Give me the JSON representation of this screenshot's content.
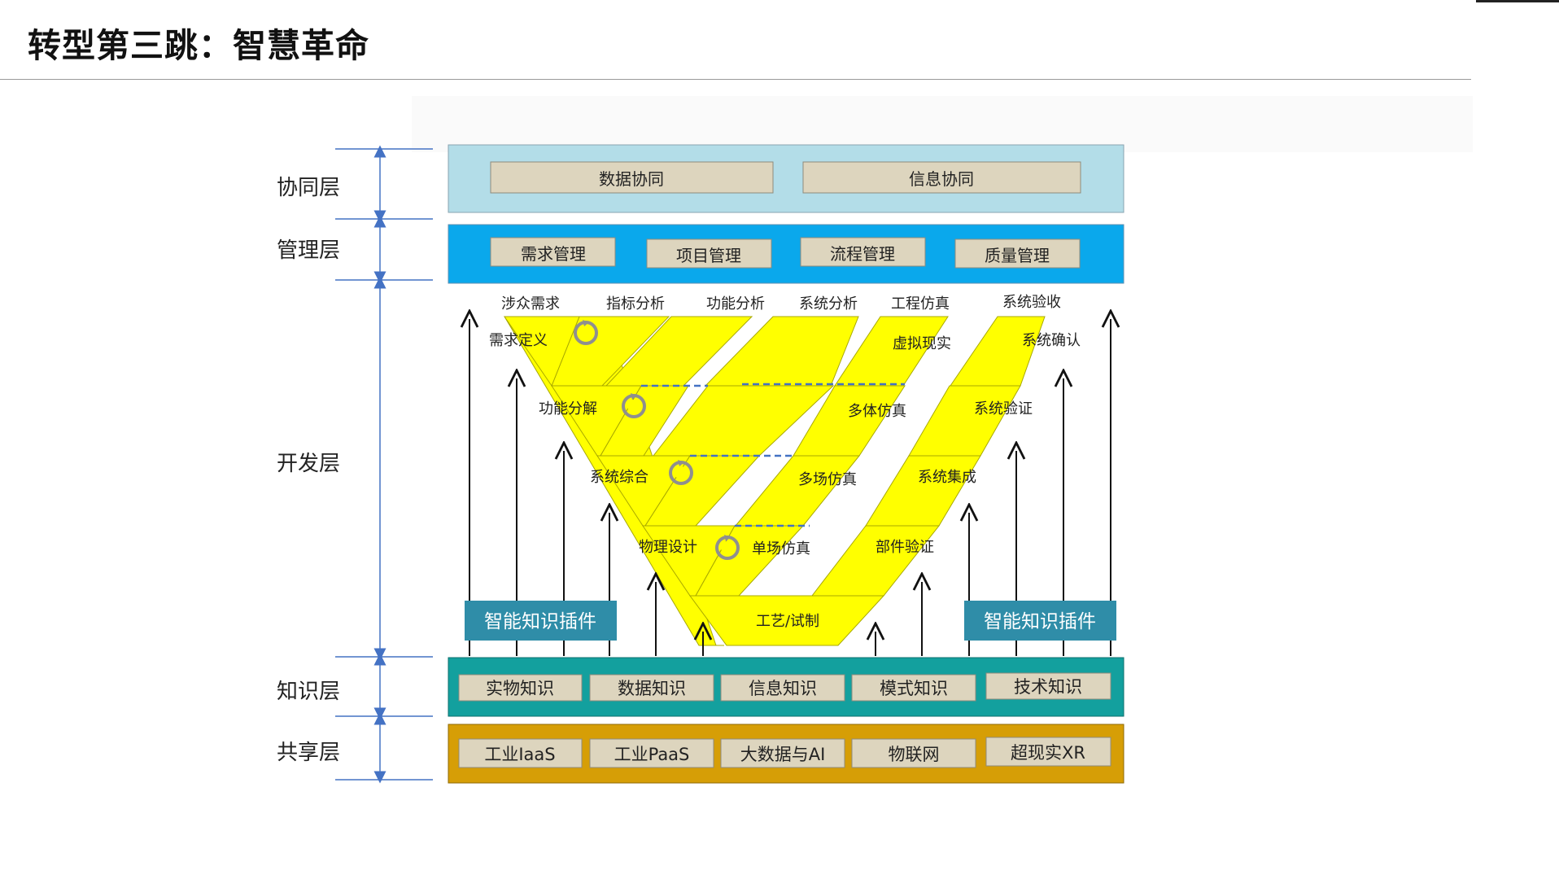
{
  "title": "转型第三跳：智慧革命",
  "layers": {
    "collab": "协同层",
    "mgmt": "管理层",
    "dev": "开发层",
    "knowledge": "知识层",
    "share": "共享层"
  },
  "collab_items": [
    "数据协同",
    "信息协同"
  ],
  "mgmt_items": [
    "需求管理",
    "项目管理",
    "流程管理",
    "质量管理"
  ],
  "knowledge_items": [
    "实物知识",
    "数据知识",
    "信息知识",
    "模式知识",
    "技术知识"
  ],
  "share_items": [
    "工业IaaS",
    "工业PaaS",
    "大数据与AI",
    "物联网",
    "超现实XR"
  ],
  "dev": {
    "top": [
      "涉众需求",
      "指标分析",
      "功能分析",
      "系统分析",
      "工程仿真",
      "系统验收"
    ],
    "left": [
      "需求定义",
      "功能分解",
      "系统综合",
      "物理设计"
    ],
    "middle": [
      "虚拟现实",
      "多体仿真",
      "多场仿真",
      "单场仿真"
    ],
    "right": [
      "系统确认",
      "系统验证",
      "系统集成",
      "部件验证"
    ],
    "bottom": "工艺/试制",
    "plugin_left": "智能知识插件",
    "plugin_right": "智能知识插件"
  },
  "colors": {
    "collab_bg": "#b3dde8",
    "mgmt_bg": "#0aa8ec",
    "knowledge_bg": "#13a09e",
    "share_bg": "#d69e06",
    "item_box": "#ddd5be",
    "v_yellow": "#ffff00",
    "plugin_bg": "#2f8da8",
    "scale": "#4472c4"
  }
}
